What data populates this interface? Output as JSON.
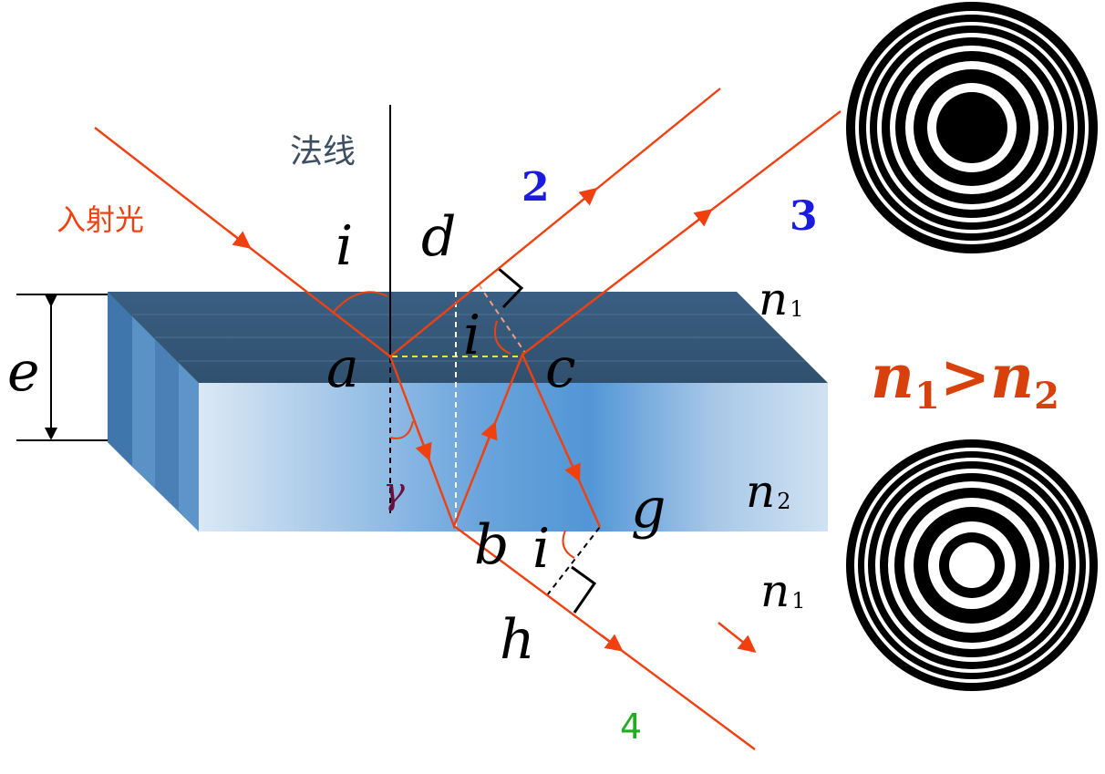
{
  "labels": {
    "incident_light": "入射光",
    "normal_line": "法线",
    "angle_i": "i",
    "point_d": "d",
    "point_a": "a",
    "point_c": "c",
    "point_b": "b",
    "point_g": "g",
    "point_h": "h",
    "thickness_e": "e",
    "angle_gamma": "γ",
    "ray_2": "2",
    "ray_3": "3",
    "ray_4": "4",
    "n": "n",
    "sub_1": "1",
    "sub_2": "2",
    "condition": {
      "n1": "n",
      "s1": "1",
      "gt": ">",
      "n2": "n",
      "s2": "2"
    }
  },
  "colors": {
    "ray": "#f04010",
    "slab_top": "#34587a",
    "slab_front_left": "#d4e4f2",
    "slab_front_mid": "#5a9ad6",
    "slab_side": "#4a7fb4",
    "normal_label": "#3c4e60",
    "ray_2_3": "#1a1ae0",
    "ray_4": "#22aa22",
    "condition": "#d8400c",
    "gamma": "#6a1040"
  },
  "ring_patterns": [
    {
      "name": "upper",
      "center": "dark"
    },
    {
      "name": "lower",
      "center": "light-ring"
    }
  ]
}
